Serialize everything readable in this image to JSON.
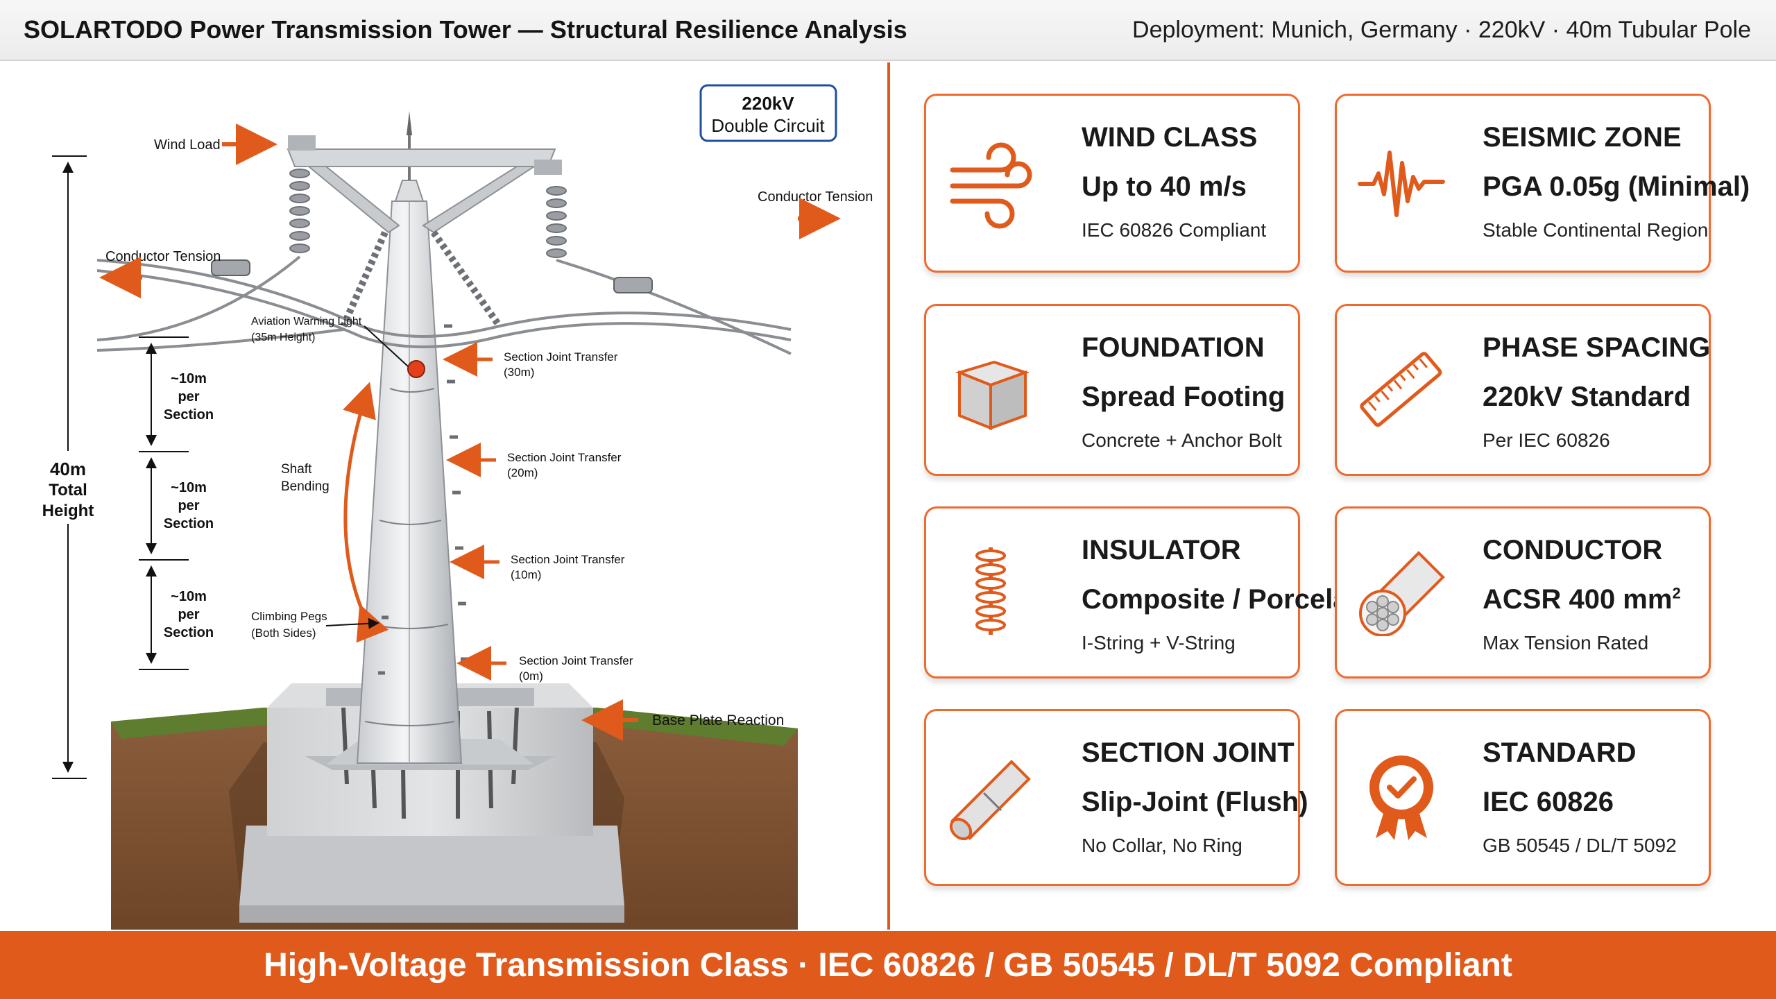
{
  "header": {
    "title": "SOLARTODO Power Transmission Tower — Structural Resilience Analysis",
    "meta": "Deployment: Munich, Germany · 220kV · 40m Tubular Pole"
  },
  "diagram": {
    "badge_line1": "220kV",
    "badge_line2": "Double Circuit",
    "wind_load": "Wind Load",
    "conductor_tension_right": "Conductor Tension",
    "conductor_tension_left": "Conductor Tension",
    "aviation_line1": "Aviation Warning Light",
    "aviation_line2": "(35m Height)",
    "joint_30_line1": "Section Joint Transfer",
    "joint_30_line2": "(30m)",
    "joint_20_line1": "Section Joint Transfer",
    "joint_20_line2": "(20m)",
    "joint_10_line1": "Section Joint Transfer",
    "joint_10_line2": "(10m)",
    "joint_0_line1": "Section Joint Transfer",
    "joint_0_line2": "(0m)",
    "shaft_line1": "Shaft",
    "shaft_line2": "Bending",
    "pegs_line1": "Climbing Pegs",
    "pegs_line2": "(Both Sides)",
    "base_plate": "Base Plate Reaction",
    "total_line1": "40m",
    "total_line2": "Total",
    "total_line3": "Height",
    "section_line1": "~10m",
    "section_line2": "per",
    "section_line3": "Section"
  },
  "cards": [
    {
      "icon": "wind-icon",
      "title": "WIND CLASS",
      "value": "Up to 40 m/s",
      "note": "IEC 60826 Compliant"
    },
    {
      "icon": "seismic-wave-icon",
      "title": "SEISMIC ZONE",
      "value": "PGA 0.05g (Minimal)",
      "note": "Stable Continental Region"
    },
    {
      "icon": "concrete-block-icon",
      "title": "FOUNDATION",
      "value": "Spread Footing",
      "note": "Concrete + Anchor Bolt"
    },
    {
      "icon": "ruler-icon",
      "title": "PHASE SPACING",
      "value": "220kV Standard",
      "note": "Per IEC 60826"
    },
    {
      "icon": "insulator-icon",
      "title": "INSULATOR",
      "value": "Composite / Porcelain",
      "note": "I-String + V-String"
    },
    {
      "icon": "conductor-cable-icon",
      "title": "CONDUCTOR",
      "value": "ACSR 400 mm",
      "value_sup": "2",
      "note": "Max Tension Rated"
    },
    {
      "icon": "tube-joint-icon",
      "title": "SECTION JOINT",
      "value": "Slip-Joint (Flush)",
      "note": "No Collar, No Ring"
    },
    {
      "icon": "certificate-badge-icon",
      "title": "STANDARD",
      "value": "IEC 60826",
      "note": "GB 50545 / DL/T 5092"
    }
  ],
  "footer": {
    "text": "High-Voltage Transmission Class · IEC 60826 / GB 50545 / DL/T 5092 Compliant"
  },
  "colors": {
    "accent": "#e05a1c",
    "badge_blue": "#1f4fa0"
  }
}
